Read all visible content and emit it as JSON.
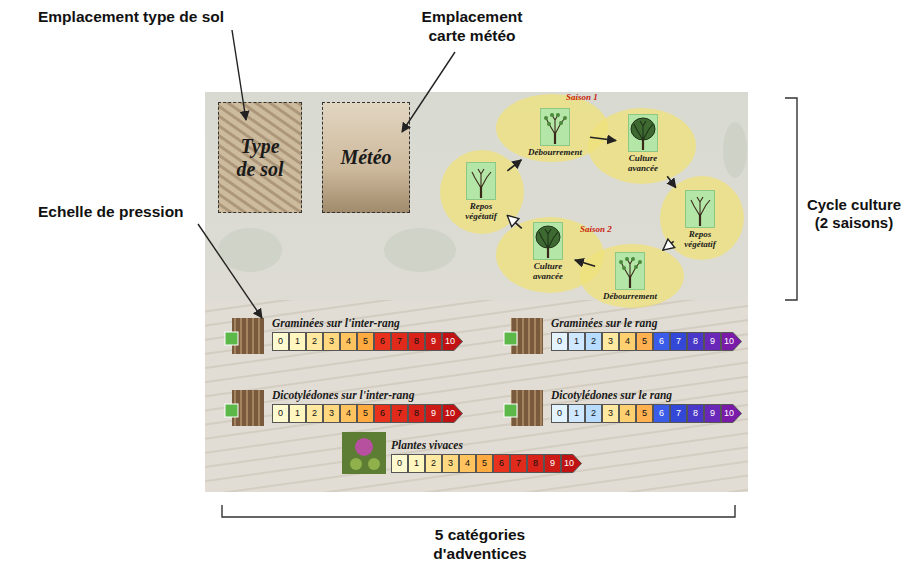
{
  "diagram": {
    "nodes": [
      {
        "text": [
          "Type de sol"
        ]
      },
      {
        "text": [
          "Météo"
        ]
      },
      {
        "text": [
          "Débourrement"
        ]
      },
      {
        "text": [
          "Culture avancée"
        ]
      },
      {
        "text": [
          "Repos végétatif"
        ]
      },
      {
        "text": [
          "Repos végétatif"
        ]
      },
      {
        "text": [
          "Culture avancée"
        ]
      },
      {
        "text": [
          "Débourrement"
        ]
      },
      {
        "text": [
          "Graminées sur l'inter-rang"
        ]
      },
      {
        "text": [
          "0"
        ],
        "in": 8
      },
      {
        "text": [
          "1"
        ],
        "in": 8
      },
      {
        "text": [
          "2"
        ],
        "in": 8
      },
      {
        "text": [
          "3"
        ],
        "in": 8
      },
      {
        "text": [
          "4"
        ],
        "in": 8
      },
      {
        "text": [
          "5"
        ],
        "in": 8
      },
      {
        "text": [
          "6"
        ],
        "in": 8
      },
      {
        "text": [
          "7"
        ],
        "in": 8
      },
      {
        "text": [
          "8"
        ],
        "in": 8
      },
      {
        "text": [
          "9"
        ],
        "in": 8
      },
      {
        "text": [
          "10"
        ],
        "in": 8
      },
      {
        "text": [
          "Graminées sur le rang"
        ]
      },
      {
        "text": [
          "0"
        ],
        "in": 20
      },
      {
        "text": [
          "1"
        ],
        "in": 20
      },
      {
        "text": [
          "2"
        ],
        "in": 20
      },
      {
        "text": [
          "3"
        ],
        "in": 20
      },
      {
        "text": [
          "4"
        ],
        "in": 20
      },
      {
        "text": [
          "5"
        ],
        "in": 20
      },
      {
        "text": [
          "6"
        ],
        "in": 20
      },
      {
        "text": [
          "7"
        ],
        "in": 20
      },
      {
        "text": [
          "8"
        ],
        "in": 20
      },
      {
        "text": [
          "9"
        ],
        "in": 20
      },
      {
        "text": [
          "10"
        ],
        "in": 20
      },
      {
        "text": [
          "Dicotylédones sur l'inter-rang"
        ]
      },
      {
        "text": [
          "0"
        ],
        "in": 32
      },
      {
        "text": [
          "1"
        ],
        "in": 32
      },
      {
        "text": [
          "2"
        ],
        "in": 32
      },
      {
        "text": [
          "3"
        ],
        "in": 32
      },
      {
        "text": [
          "4"
        ],
        "in": 32
      },
      {
        "text": [
          "5"
        ],
        "in": 32
      },
      {
        "text": [
          "6"
        ],
        "in": 32
      },
      {
        "text": [
          "7"
        ],
        "in": 32
      },
      {
        "text": [
          "8"
        ],
        "in": 32
      },
      {
        "text": [
          "9"
        ],
        "in": 32
      },
      {
        "text": [
          "10"
        ],
        "in": 32
      },
      {
        "text": [
          "Dicotylédones sur le rang"
        ]
      },
      {
        "text": [
          "0"
        ],
        "in": 44
      },
      {
        "text": [
          "1"
        ],
        "in": 44
      },
      {
        "text": [
          "2"
        ],
        "in": 44
      },
      {
        "text": [
          "3"
        ],
        "in": 44
      },
      {
        "text": [
          "4"
        ],
        "in": 44
      },
      {
        "text": [
          "5"
        ],
        "in": 44
      },
      {
        "text": [
          "6"
        ],
        "in": 44
      },
      {
        "text": [
          "7"
        ],
        "in": 44
      },
      {
        "text": [
          "8"
        ],
        "in": 44
      },
      {
        "text": [
          "9"
        ],
        "in": 44
      },
      {
        "text": [
          "10"
        ],
        "in": 44
      },
      {
        "text": [
          "Plantes vivaces"
        ]
      },
      {
        "text": [
          "0"
        ],
        "in": 56
      },
      {
        "text": [
          "1"
        ],
        "in": 56
      },
      {
        "text": [
          "2"
        ],
        "in": 56
      },
      {
        "text": [
          "3"
        ],
        "in": 56
      },
      {
        "text": [
          "4"
        ],
        "in": 56
      },
      {
        "text": [
          "5"
        ],
        "in": 56
      },
      {
        "text": [
          "6"
        ],
        "in": 56
      },
      {
        "text": [
          "7"
        ],
        "in": 56
      },
      {
        "text": [
          "8"
        ],
        "in": 56
      },
      {
        "text": [
          "9"
        ],
        "in": 56
      },
      {
        "text": [
          "10"
        ],
        "in": 56
      }
    ],
    "edges": [
      {
        "from": 4,
        "to": 2,
        "arrow": "to"
      },
      {
        "from": 2,
        "to": 3,
        "arrow": "to"
      },
      {
        "from": 3,
        "to": 5,
        "arrow": "to"
      },
      {
        "from": 5,
        "to": 7,
        "arrow": "to"
      },
      {
        "from": 7,
        "to": 6,
        "arrow": "to"
      },
      {
        "from": 6,
        "to": 4,
        "arrow": "to"
      }
    ],
    "labels": [
      "Emplacement type de sol",
      "Emplacement carte météo",
      "Echelle de pression",
      "Cycle culture (2 saisons)",
      "5 catégories d'adventices",
      "Saison 1",
      "Saison 2"
    ]
  }
}
